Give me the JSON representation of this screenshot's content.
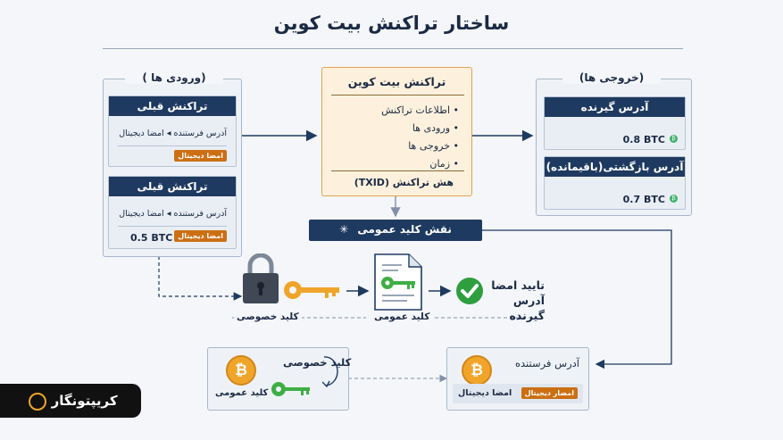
{
  "title": "ساختار تراکنش بیت کوین",
  "inputs": {
    "label": "( ورودی ها)",
    "cards": [
      {
        "title": "تراکنش قبلی",
        "line": "آدرس فرستنده ◂ امضا دیجیتال",
        "badge": "امضا دیجیتال",
        "amount": ""
      },
      {
        "title": "تراکنش قبلی",
        "line": "آدرس فرستنده ◂ امضا دیجیتال",
        "badge": "امضا دیجیتال",
        "amount": "0.5 BTC"
      }
    ]
  },
  "transaction": {
    "title": "تراکنش بیت کوین",
    "items": [
      "• اطلاعات تراکنش",
      "• ورودی ها",
      "• خروجی ها",
      "• زمان"
    ],
    "hash": "هش تراکنش (TXID)"
  },
  "outputs": {
    "label": "(خروجی ها)",
    "cards": [
      {
        "title": "آدرس گیرنده",
        "amount": "0.8 BTC"
      },
      {
        "title": "آدرس بازگشتی(باقیمانده)",
        "amount": "0.7 BTC"
      }
    ]
  },
  "public_key_role": "نقش کلید عمومی",
  "flow": {
    "private_key": "کلید خصوصی",
    "public_key": "کلید عمومی",
    "verify_line1": "تایید امضا",
    "verify_line2": "آدرس گیرنده"
  },
  "bottom_left": {
    "private_key": "کلید خصوصی",
    "public_key": "کلید عمومی",
    "coin": "₿"
  },
  "bottom_right": {
    "sender": "آدرس فرستنده",
    "signature_label": "امضا دیجیتال",
    "badge": "امضار دیجیتال",
    "coin": "₿"
  },
  "logo": "کریپتونگار",
  "colors": {
    "navy": "#1f3a60",
    "orange": "#cc6f13",
    "key_green": "#3fae45",
    "key_orange": "#f0a52a",
    "check_green": "#2f9e3f"
  }
}
